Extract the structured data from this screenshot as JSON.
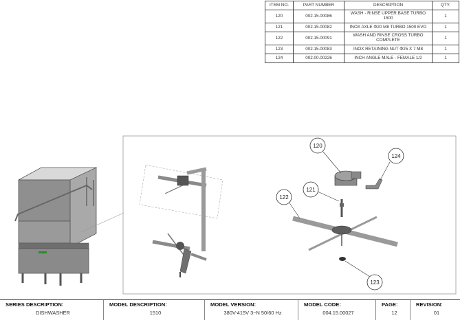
{
  "parts_table": {
    "headers": [
      "ITEM NO.",
      "PART NUMBER",
      "DESCRIPTION",
      "QTY."
    ],
    "rows": [
      {
        "item": "120",
        "part": "002.15.00086",
        "description": "WASH - RINSE UPPER BASE TURBO 1500",
        "qty": "1"
      },
      {
        "item": "121",
        "part": "002.15.00082",
        "description": "INOX AXLE Φ20 M8 TURBO 1500 EVO",
        "qty": "1"
      },
      {
        "item": "122",
        "part": "002.15.00091",
        "description": "WASH AND RINSE CROSS TURBO COMPLETE",
        "qty": "1"
      },
      {
        "item": "123",
        "part": "002.15.00083",
        "description": "INOX RETAINING NUT Φ25 X 7 M8",
        "qty": "1"
      },
      {
        "item": "124",
        "part": "002.00.00226",
        "description": "INCH ANGLE MALE - FEMALE 1/2",
        "qty": "1"
      }
    ]
  },
  "balloons": {
    "b120": "120",
    "b121": "121",
    "b122": "122",
    "b123": "123",
    "b124": "124"
  },
  "footer": {
    "series_label": "SERIES DESCRIPTION:",
    "series_value": "DISHWASHER",
    "model_desc_label": "MODEL DESCRIPTION:",
    "model_desc_value": "1510",
    "model_version_label": "MODEL VERSION:",
    "model_version_value": "380V-415V 3~N 50/60 Hz",
    "model_code_label": "MODEL CODE:",
    "model_code_value": "004.15.00027",
    "page_label": "PAGE:",
    "page_value": "12",
    "revision_label": "REVISION:",
    "revision_value": "01"
  }
}
